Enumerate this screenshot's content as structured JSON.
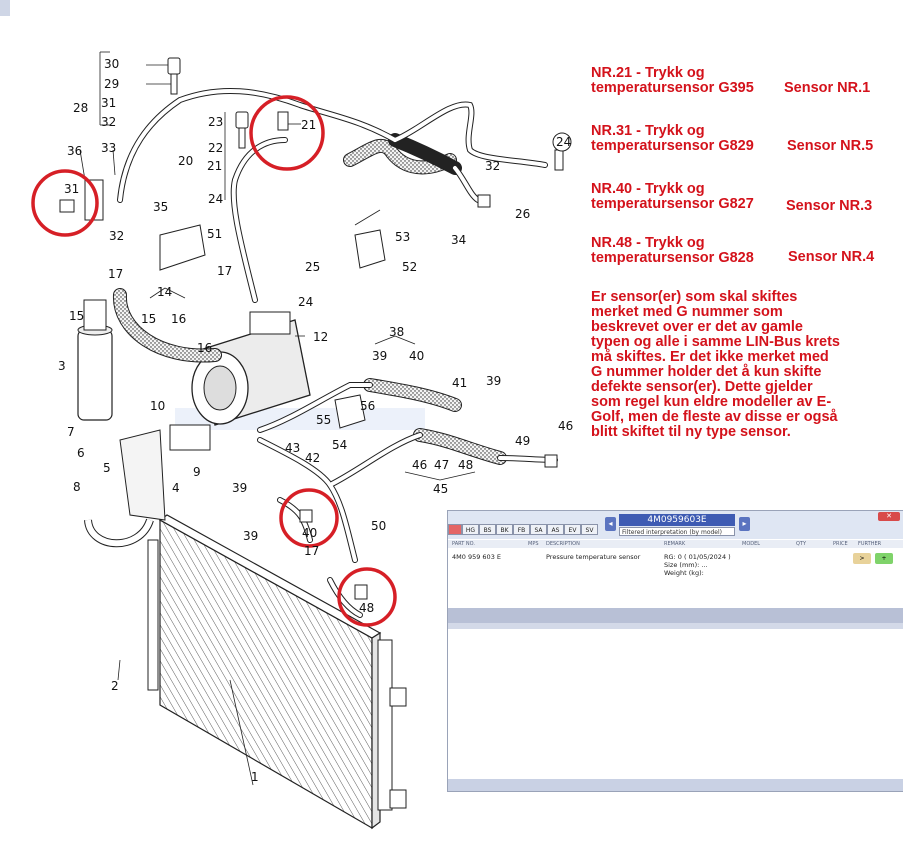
{
  "callouts": {
    "n1": "1",
    "n2": "2",
    "n3": "3",
    "n4": "4",
    "n5": "5",
    "n6": "6",
    "n7": "7",
    "n8": "8",
    "n9": "9",
    "n10": "10",
    "n12": "12",
    "n14": "14",
    "n15a": "15",
    "n16a": "16",
    "n15b": "15",
    "n16b": "16",
    "n17a": "17",
    "n17b": "17",
    "n17c": "17",
    "n20": "20",
    "n21a": "21",
    "n21b": "21",
    "n22": "22",
    "n23": "23",
    "n24a": "24",
    "n24b": "24",
    "n24c": "24",
    "n25": "25",
    "n26": "26",
    "n28": "28",
    "n29": "29",
    "n30": "30",
    "n31a": "31",
    "n31b": "31",
    "n32a": "32",
    "n32b": "32",
    "n32c": "32",
    "n33": "33",
    "n34": "34",
    "n35": "35",
    "n36": "36",
    "n38": "38",
    "n39a": "39",
    "n39b": "39",
    "n39c": "39",
    "n39d": "39",
    "n40a": "40",
    "n40b": "40",
    "n41": "41",
    "n42": "42",
    "n43": "43",
    "n45": "45",
    "n46a": "46",
    "n46b": "46",
    "n47": "47",
    "n48a": "48",
    "n48b": "48",
    "n49": "49",
    "n50": "50",
    "n51": "51",
    "n52": "52",
    "n53": "53",
    "n54": "54",
    "n55": "55",
    "n56": "56"
  },
  "watermark": "",
  "notes": [
    {
      "label": "NR.21 - Trykk og\ntemperatursensor G395",
      "sensor": "Sensor NR.1"
    },
    {
      "label": "NR.31 - Trykk og\ntemperatursensor G829",
      "sensor": "Sensor NR.5"
    },
    {
      "label": "NR.40 - Trykk og\ntemperatursensor G827",
      "sensor": "Sensor NR.3"
    },
    {
      "label": "NR.48 - Trykk og\ntemperatursensor G828",
      "sensor": "Sensor NR.4"
    }
  ],
  "paragraph": "Er sensor(er) som skal skiftes merket med G nummer som beskrevet over er det av gamle typen og alle i samme LIN-Bus krets må skiftes. Er det ikke merket med G nummer holder det å kun skifte defekte sensor(er). Dette gjelder som regel kun eldre modeller av E-Golf, men de fleste av disse er også blitt skiftet til ny type sensor.",
  "etka": {
    "part_number": "4M0959603E",
    "filter_label": "Filtered interpretation (by model)",
    "close": "✕",
    "tabs": [
      "",
      "HG",
      "BS",
      "BK",
      "FB",
      "SA",
      "AS",
      "EV",
      "SV"
    ],
    "headers": [
      "PART NO.",
      "MPS",
      "DESCRIPTION",
      "REMARK",
      "MODEL",
      "QTY",
      "PRICE",
      "FURTHER"
    ],
    "row": {
      "part_no": "4M0 959 603 E",
      "description": "Pressure  temperature sensor",
      "remark1": "RG: 0 ( 01/05/2024 )",
      "remark2": "Size (mm): ...",
      "remark3": "Weight (kg):"
    },
    "btn1": ">",
    "btn2": "+"
  },
  "colors": {
    "accent_red": "#d4121b",
    "line": "#1a1a1a",
    "hose_fill": "#eeeeee"
  }
}
